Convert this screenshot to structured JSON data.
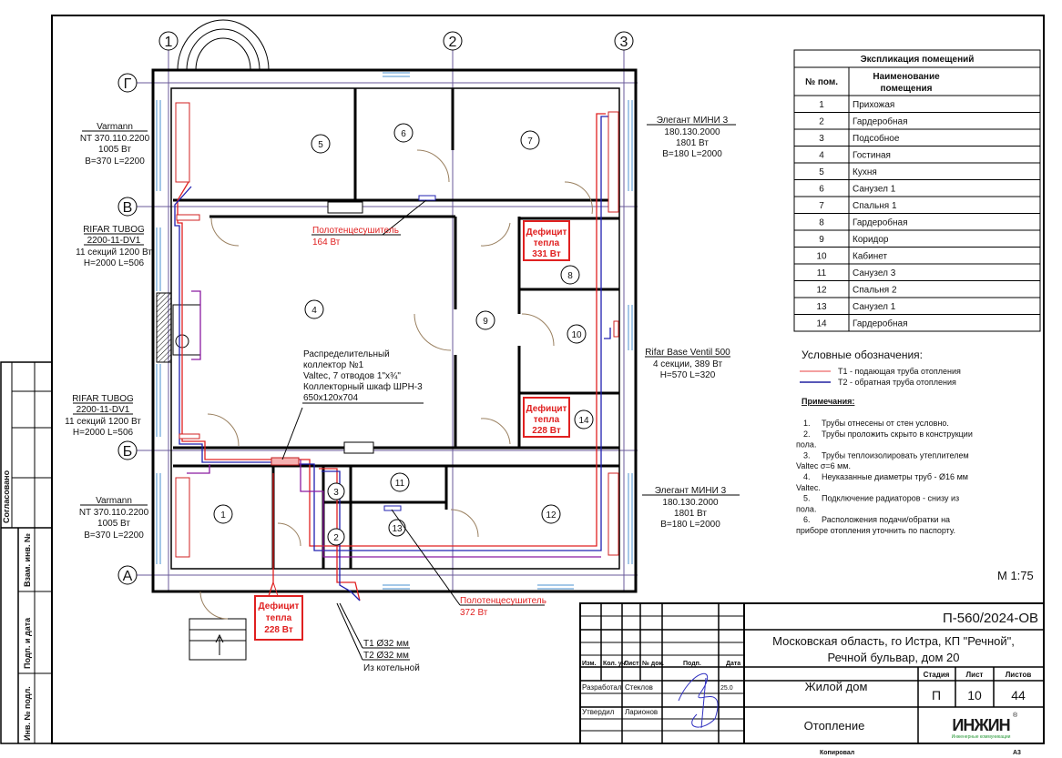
{
  "axes": {
    "vertical": [
      "1",
      "2",
      "3"
    ],
    "horizontal": [
      "Г",
      "В",
      "Б",
      "А"
    ]
  },
  "rooms": [
    "1",
    "2",
    "3",
    "4",
    "5",
    "6",
    "7",
    "8",
    "9",
    "10",
    "11",
    "12",
    "13",
    "14"
  ],
  "annotations": {
    "rad_5": {
      "l1": "Varmann",
      "l2": "NT 370.110.2200",
      "l3": "1005 Вт",
      "l4": "B=370 L=2200"
    },
    "rad_4_top": {
      "l1": "RIFAR TUBOG",
      "l2": "2200-11-DV1",
      "l3": "11 секций 1200 Вт",
      "l4": "H=2000 L=506"
    },
    "rad_4_bottom": {
      "l1": "RIFAR TUBOG",
      "l2": "2200-11-DV1",
      "l3": "11 секций 1200 Вт",
      "l4": "H=2000 L=506"
    },
    "rad_1": {
      "l1": "Varmann",
      "l2": "NT 370.110.2200",
      "l3": "1005 Вт",
      "l4": "B=370 L=2200"
    },
    "rad_7": {
      "l1": "Элегант МИНИ 3",
      "l2": "180.130.2000",
      "l3": "1801 Вт",
      "l4": "B=180 L=2000"
    },
    "rad_12": {
      "l1": "Элегант МИНИ 3",
      "l2": "180.130.2000",
      "l3": "1801 Вт",
      "l4": "B=180 L=2000"
    },
    "rad_10": {
      "l1": "Rifar Base Ventil 500",
      "l2": "4 секции, 389 Вт",
      "l3": "H=570 L=320"
    },
    "towel_1": {
      "l1": "Полотенцесушитель",
      "l2": "164 Вт"
    },
    "towel_2": {
      "l1": "Полотенцесушитель",
      "l2": "372 Вт"
    },
    "collector": {
      "l1": "Распределительный",
      "l2": "коллектор №1",
      "l3": "Valtec, 7 отводов 1\"x¾\"",
      "l4": "Коллекторный шкаф ШРН-3",
      "l5": "650x120x704"
    },
    "deficit_8": {
      "l1": "Дефицит",
      "l2": "тепла",
      "l3": "331 Вт"
    },
    "deficit_14": {
      "l1": "Дефицит",
      "l2": "тепла",
      "l3": "228 Вт"
    },
    "deficit_1": {
      "l1": "Дефицит",
      "l2": "тепла",
      "l3": "228 Вт"
    },
    "inlet": {
      "l1": "T1 Ø32 мм",
      "l2": "T2 Ø32 мм",
      "l3": "Из котельной"
    }
  },
  "explication": {
    "title": "Экспликация помещений",
    "col_num": "№ пом.",
    "col_name_1": "Наименование",
    "col_name_2": "помещения",
    "rows": [
      {
        "n": "1",
        "name": "Прихожая"
      },
      {
        "n": "2",
        "name": "Гардеробная"
      },
      {
        "n": "3",
        "name": "Подсобное"
      },
      {
        "n": "4",
        "name": "Гостиная"
      },
      {
        "n": "5",
        "name": "Кухня"
      },
      {
        "n": "6",
        "name": "Санузел 1"
      },
      {
        "n": "7",
        "name": "Спальня 1"
      },
      {
        "n": "8",
        "name": "Гардеробная"
      },
      {
        "n": "9",
        "name": "Коридор"
      },
      {
        "n": "10",
        "name": "Кабинет"
      },
      {
        "n": "11",
        "name": "Санузел 3"
      },
      {
        "n": "12",
        "name": "Спальня 2"
      },
      {
        "n": "13",
        "name": "Санузел 1"
      },
      {
        "n": "14",
        "name": "Гардеробная"
      }
    ]
  },
  "legend": {
    "title": "Условные обозначения:",
    "t1": "T1 - подающая труба отопления",
    "t2": "T2 - обратная труба отопления",
    "t1_color": "#f08080",
    "t2_color": "#2020a0"
  },
  "notes": {
    "title": "Примечания:",
    "lines": [
      "1.     Трубы отнесены от стен условно.",
      "2.     Трубы проложить скрыто в конструкции",
      "пола.",
      "3.     Трубы теплоизолировать утеплителем",
      "Valtec σ=6 мм.",
      "4.     Неуказанные диаметры труб - Ø16 мм",
      "Valtec.",
      "5.     Подключение радиаторов - снизу из",
      "пола.",
      "6.     Расположения подачи/обратки на",
      "приборе отопления уточнить по паспорту."
    ]
  },
  "scale": "М 1:75",
  "title_block": {
    "code": "П-560/2024-ОВ",
    "address_1": "Московская область, го Истра, КП \"Речной\",",
    "address_2": "Речной бульвар, дом 20",
    "building": "Жилой дом",
    "sheet_title": "Отопление",
    "hdr": [
      "Изм.",
      "Кол. уч.",
      "Лист",
      "№ док.",
      "Подп.",
      "Дата"
    ],
    "developed_label": "Разработал",
    "developed_name": "Стеклов",
    "approved_label": "Утвердил",
    "approved_name": "Ларионов",
    "date": "25.0",
    "stage_label": "Стадия",
    "sheet_label": "Лист",
    "sheets_label": "Листов",
    "stage": "П",
    "sheet": "10",
    "sheets": "44",
    "logo": "ИНЖИН",
    "logo_sub": "Инженерные коммуникации",
    "copied": "Копировал",
    "format": "А3"
  },
  "side_stamp": {
    "agreed": "Согласовано",
    "inv_replace": "Взам. инв. №",
    "sign_date": "Подп. и дата",
    "inv_orig": "Инв. № подл."
  }
}
